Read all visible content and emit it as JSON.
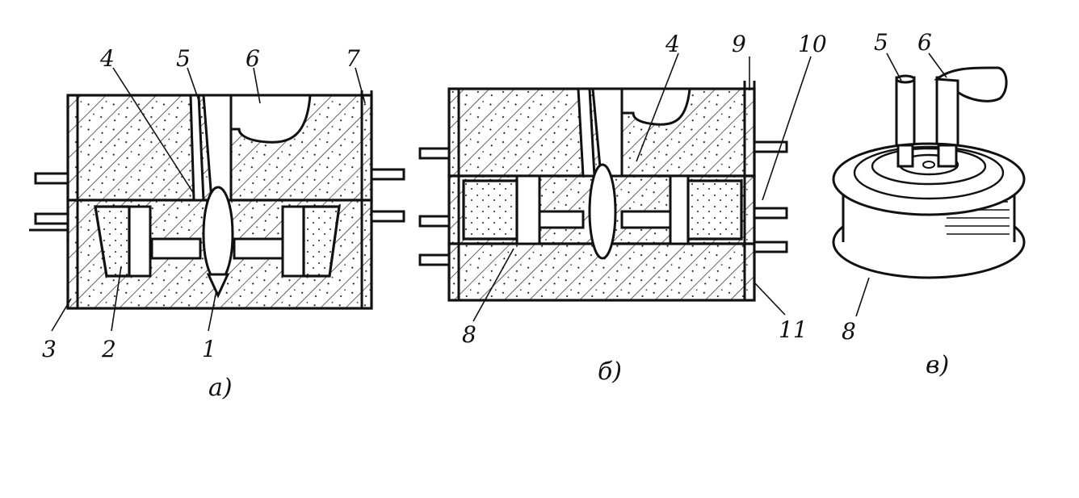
{
  "figure": {
    "panels": [
      {
        "caption": "а)",
        "labels": {
          "n1": "1",
          "n2": "2",
          "n3": "3",
          "n4": "4",
          "n5": "5",
          "n6": "6",
          "n7": "7"
        }
      },
      {
        "caption": "б)",
        "labels": {
          "n4": "4",
          "n8": "8",
          "n9": "9",
          "n10": "10",
          "n11": "11"
        }
      },
      {
        "caption": "в)",
        "labels": {
          "n5": "5",
          "n6": "6",
          "n8": "8"
        }
      }
    ]
  }
}
